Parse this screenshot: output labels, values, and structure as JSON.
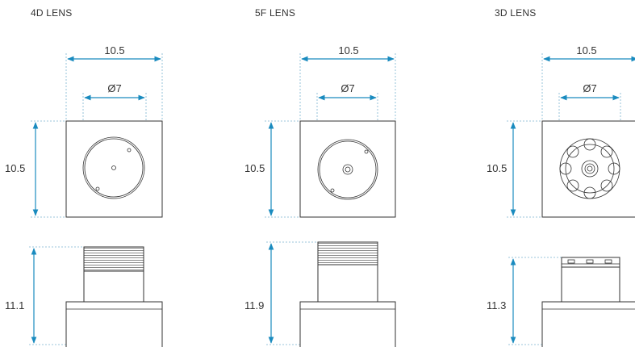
{
  "lenses": [
    {
      "title": "4D LENS",
      "width_label": "10.5",
      "diameter_label": "Ø7",
      "height_label": "10.5",
      "side_height_label": "11.1"
    },
    {
      "title": "5F LENS",
      "width_label": "10.5",
      "diameter_label": "Ø7",
      "height_label": "10.5",
      "side_height_label": "11.9"
    },
    {
      "title": "3D LENS",
      "width_label": "10.5",
      "diameter_label": "Ø7",
      "height_label": "10.5",
      "side_height_label": "11.3"
    }
  ],
  "colors": {
    "dimension": "#1a8bbf",
    "outline": "#333333"
  }
}
